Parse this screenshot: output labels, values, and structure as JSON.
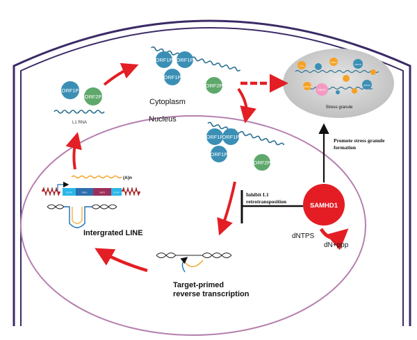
{
  "colors": {
    "cell_border": "#3b2a66",
    "nucleus_border": "#b57fae",
    "arrow_red": "#e31e24",
    "orf1p": "#3b8fb5",
    "orf2p": "#5fa86c",
    "rna": "#2a6f8f",
    "samhd1": "#e41d25",
    "granule": "#cfcfcf"
  },
  "labels": {
    "cytoplasm": "Cytoplasm",
    "nucleus": "Nucleus",
    "l1_rna": "L1 RNA",
    "stress_granule": "Stress granule",
    "promote_line1": "Promote stress granule",
    "promote_line2": "formation",
    "inhibit_line1": "Inhibit L1",
    "inhibit_line2": "retrotransposition",
    "samhd1": "SAMHD1",
    "dntps": "dNTPS",
    "dn_ppp": "dN+ppp",
    "integrated_line": "Intergrated LINE",
    "tprt_line1": "Target-primed",
    "tprt_line2": "reverse transcription",
    "poly_a": "(A)n"
  },
  "proteins": {
    "orf1p": "ORF1P",
    "orf2p": "ORF2P"
  },
  "gene_segments": {
    "utr5": "5'UTR",
    "orf1": "ORF1",
    "orf2": "ORF2",
    "utr3": "3'UTR"
  },
  "granule_labels": {
    "g1": "G3BP1",
    "g2": "ORF2P",
    "g3": "ORF1P",
    "g4": "TIA1",
    "g5": "ORF1P",
    "g6": "SAMHD1"
  }
}
